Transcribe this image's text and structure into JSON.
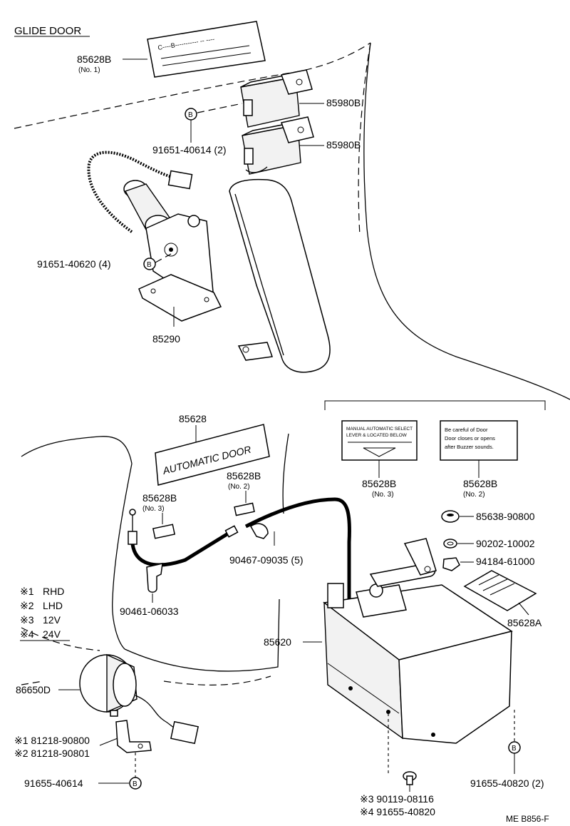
{
  "title": "GLIDE DOOR",
  "footer_code": "ME B856-F",
  "legend": [
    {
      "mark": "※1",
      "text": "RHD"
    },
    {
      "mark": "※2",
      "text": "LHD"
    },
    {
      "mark": "※3",
      "text": "12V"
    },
    {
      "mark": "※4",
      "text": "24V"
    }
  ],
  "callout_letter": "B",
  "labels": {
    "p85628B_top": "85628B",
    "p85628B_top_sub": "(No. 1)",
    "p85980B_1": "85980B",
    "p85980B_2": "85980B",
    "p91651_40614": "91651-40614 (2)",
    "p91651_40620": "91651-40620 (4)",
    "p85290": "85290",
    "p85628": "85628",
    "p85628B_no2_mid": "85628B",
    "p85628B_no2_mid_sub": "(No. 2)",
    "p85628B_no3_mid": "85628B",
    "p85628B_no3_mid_sub": "(No. 3)",
    "p85628B_no3_right": "85628B",
    "p85628B_no3_right_sub": "(No. 3)",
    "p85628B_no2_right": "85628B",
    "p85628B_no2_right_sub": "(No. 2)",
    "p85638_90800": "85638-90800",
    "p90202_10002": "90202-10002",
    "p94184_61000": "94184-61000",
    "p85628A": "85628A",
    "p90467_09035": "90467-09035 (5)",
    "p90461_06033": "90461-06033",
    "p85620": "85620",
    "p86650D": "86650D",
    "p81218_90800": "※1 81218-90800",
    "p81218_90801": "※2 81218-90801",
    "p91655_40614": "91655-40614",
    "p90119_08116": "※3 90119-08116",
    "p91655_40820_a": "※4 91655-40820",
    "p91655_40820_b": "91655-40820 (2)"
  },
  "decals": {
    "automatic_door": "AUTOMATIC DOOR",
    "select_label": [
      "MANUAL   AUTOMATIC   SELECT",
      "LEVER   &   LOCATED   BELOW"
    ],
    "caution_label": [
      "Be   careful   of   Door",
      "Door  closes  or  opens",
      "after   Buzzer   sounds."
    ]
  }
}
